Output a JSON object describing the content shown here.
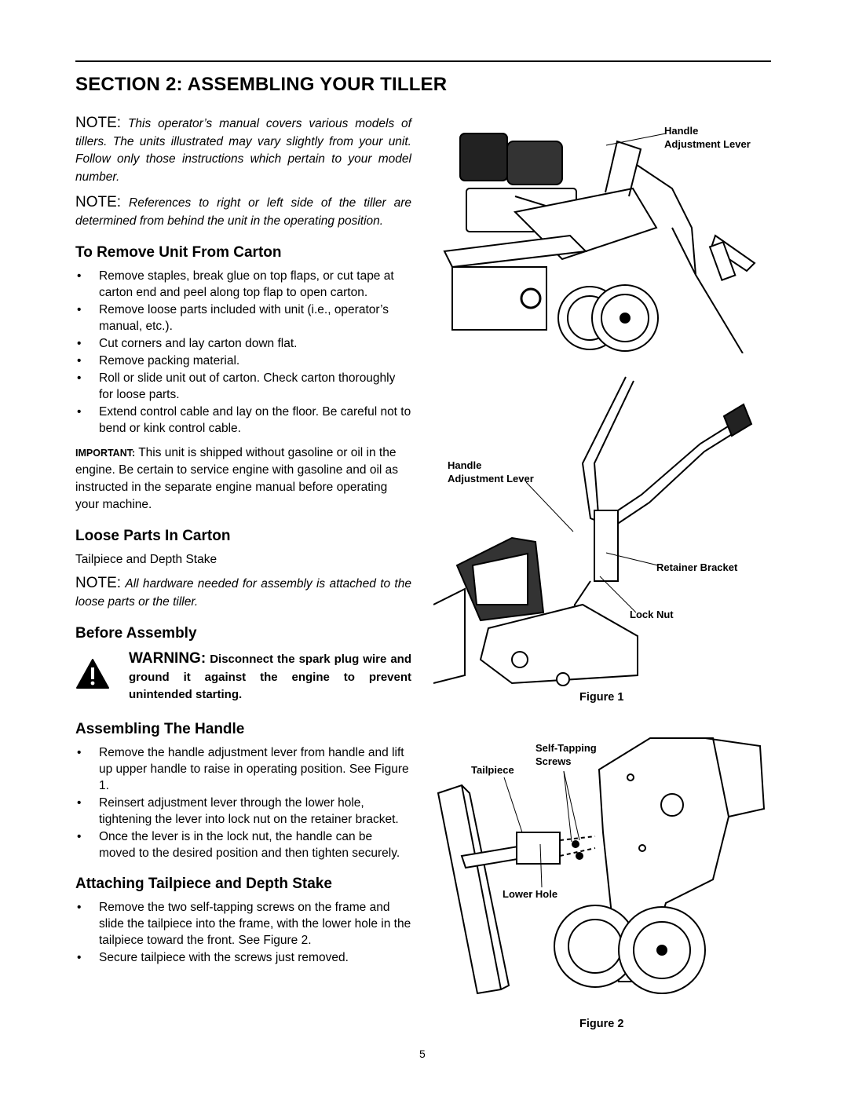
{
  "section_title": "SECTION 2:  ASSEMBLING YOUR TILLER",
  "notes": [
    {
      "lead": "NOTE:",
      "body": "This operator’s manual covers various models of tillers. The units illustrated may vary slightly from your unit. Follow only those instructions which pertain to your model number."
    },
    {
      "lead": "NOTE:",
      "body": "References to right or left side of the tiller are determined from behind the unit in the operating position."
    }
  ],
  "remove_carton": {
    "heading": "To Remove Unit From Carton",
    "items": [
      "Remove staples, break glue on top flaps, or cut tape at carton end and peel along top flap to open carton.",
      "Remove loose parts included with unit (i.e., operator’s manual, etc.).",
      "Cut corners and lay carton down flat.",
      "Remove packing material.",
      "Roll or slide unit out of carton. Check carton thoroughly for loose parts.",
      "Extend control cable and lay on the floor. Be careful not to bend or kink control cable."
    ],
    "important_label": "IMPORTANT:",
    "important_text": "This unit is shipped without gasoline or oil in the engine. Be certain to service engine with gasoline and oil as instructed in the separate engine manual before operating your machine."
  },
  "loose_parts": {
    "heading": "Loose Parts In Carton",
    "text": "Tailpiece and Depth Stake",
    "note_lead": "NOTE:",
    "note_body": "All hardware needed for assembly is attached to the loose parts or the tiller."
  },
  "before_assembly": {
    "heading": "Before Assembly",
    "warning_lead": "WARNING:",
    "warning_text": "Disconnect the spark plug wire and ground it against the engine to prevent unintended starting."
  },
  "assembling_handle": {
    "heading": "Assembling The Handle",
    "items": [
      "Remove the handle adjustment lever from handle and lift up upper handle to raise in operating position. See Figure 1.",
      "Reinsert adjustment lever through the lower hole, tightening the lever into lock nut on the retainer bracket.",
      "Once the lever is in the lock nut, the handle can be moved to the desired position and then tighten securely."
    ]
  },
  "tailpiece": {
    "heading": "Attaching Tailpiece and Depth Stake",
    "items": [
      "Remove the two self-tapping screws on the frame and slide the tailpiece into the frame, with the lower hole in the tailpiece toward the front. See Figure 2.",
      "Secure tailpiece with the screws just removed."
    ]
  },
  "figure1": {
    "label_handle_top_1": "Handle",
    "label_handle_top_2": "Adjustment Lever",
    "label_handle_mid_1": "Handle",
    "label_handle_mid_2": "Adjustment Lever",
    "label_retainer": "Retainer Bracket",
    "label_locknut": "Lock Nut",
    "caption": "Figure 1"
  },
  "figure2": {
    "label_selftap_1": "Self-Tapping",
    "label_selftap_2": "Screws",
    "label_tailpiece": "Tailpiece",
    "label_lowerhole": "Lower Hole",
    "caption": "Figure 2"
  },
  "page_number": "5"
}
